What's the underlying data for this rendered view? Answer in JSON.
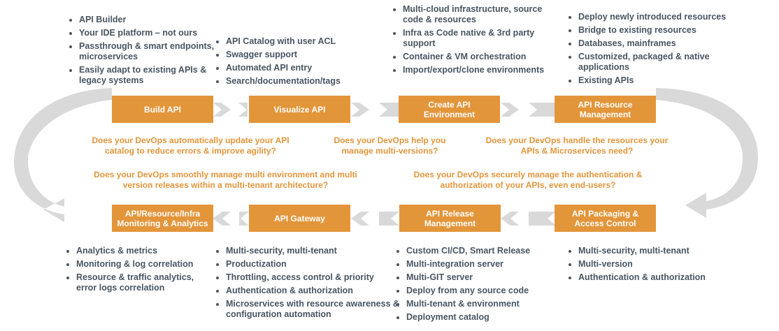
{
  "stages_top": [
    {
      "label": "Build API",
      "bullets": [
        "API Builder",
        "Your IDE platform – not ours",
        "Passthrough & smart endpoints, microservices",
        "Easily adapt to existing APIs & legacy systems"
      ]
    },
    {
      "label": "Visualize API",
      "bullets": [
        "API Catalog with user ACL",
        "Swagger support",
        "Automated API entry",
        "Search/documentation/tags"
      ]
    },
    {
      "label": "Create API Environment",
      "bullets": [
        "Multi-cloud infrastructure, source code & resources",
        "Infra as Code native & 3rd party support",
        "Container & VM orchestration",
        "Import/export/clone environments"
      ]
    },
    {
      "label": "API Resource Management",
      "bullets": [
        "Deploy newly introduced resources",
        "Bridge to existing resources",
        "Databases, mainframes",
        "Customized, packaged & native applications",
        "Existing APIs"
      ]
    }
  ],
  "stages_bottom": [
    {
      "label": "API/Resource/Infra Monitoring & Analytics",
      "bullets": [
        "Analytics & metrics",
        "Monitoring & log correlation",
        "Resource & traffic analytics, error logs correlation"
      ]
    },
    {
      "label": "API Gateway",
      "bullets": [
        "Multi-security, multi-tenant",
        "Productization",
        "Throttling, access control & priority",
        "Authentication & authorization",
        "Microservices with resource awareness & configuration automation"
      ]
    },
    {
      "label": "API Release Management",
      "bullets": [
        "Custom CI/CD, Smart Release",
        "Multi-integration server",
        "Multi-GIT server",
        "Deploy from any source code",
        "Multi-tenant & environment",
        "Deployment catalog"
      ]
    },
    {
      "label": "API Packaging & Access Control",
      "bullets": [
        "Multi-security, multi-tenant",
        "Multi-version",
        "Authentication & authorization"
      ]
    }
  ],
  "questions": [
    "Does your DevOps automatically update your API catalog to reduce errors & improve agility?",
    "Does your DevOps help you manage multi-versions?",
    "Does your DevOps handle the resources your APIs & Microservices need?",
    "Does your DevOps smoothly manage multi environment and multi version releases within a multi-tenant architecture?",
    "Does your DevOps securely manage the authentication & authorization of your APIs, even end-users?"
  ],
  "colors": {
    "accent": "#e3953a",
    "text": "#4a5560",
    "arrow": "#d9d9d9"
  }
}
